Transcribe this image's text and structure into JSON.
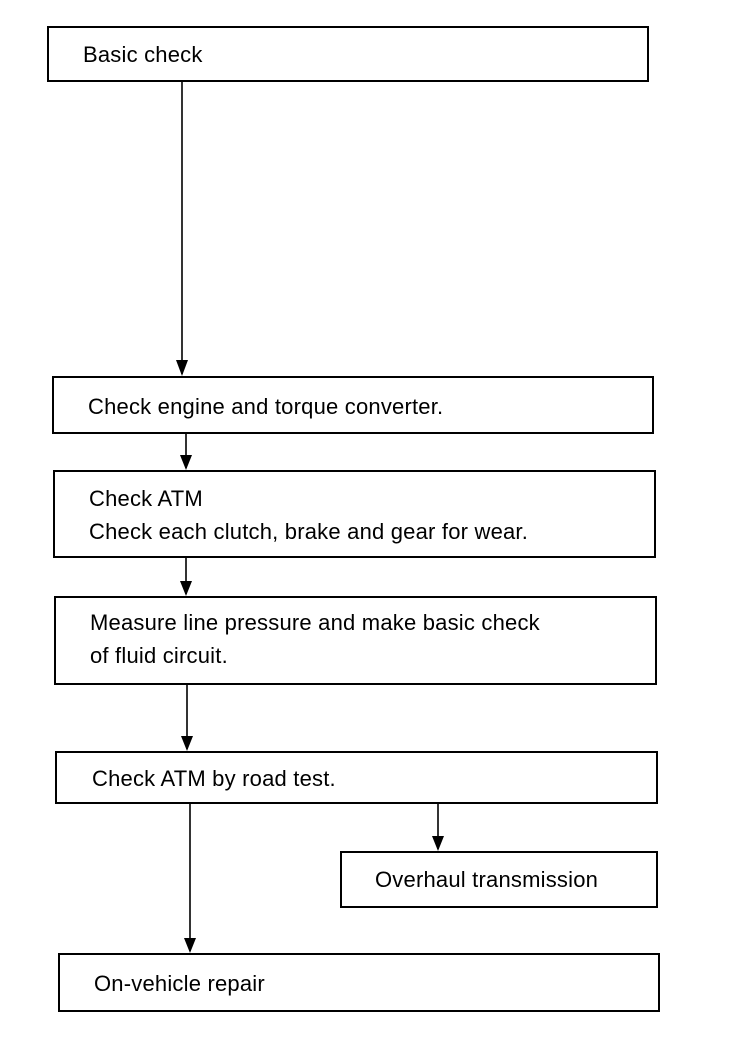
{
  "steps": {
    "basic_check": "Basic check",
    "engine": "Check engine and torque converter.",
    "atm_title": "Check ATM",
    "atm_detail": "Check each clutch, brake and gear for wear.",
    "pressure_line1": "Measure line pressure and make basic check",
    "pressure_line2": "of fluid circuit.",
    "road_test": "Check ATM by road test.",
    "overhaul": "Overhaul transmission",
    "repair": "On-vehicle repair"
  },
  "colors": {
    "stroke": "#000000",
    "background": "#ffffff"
  }
}
